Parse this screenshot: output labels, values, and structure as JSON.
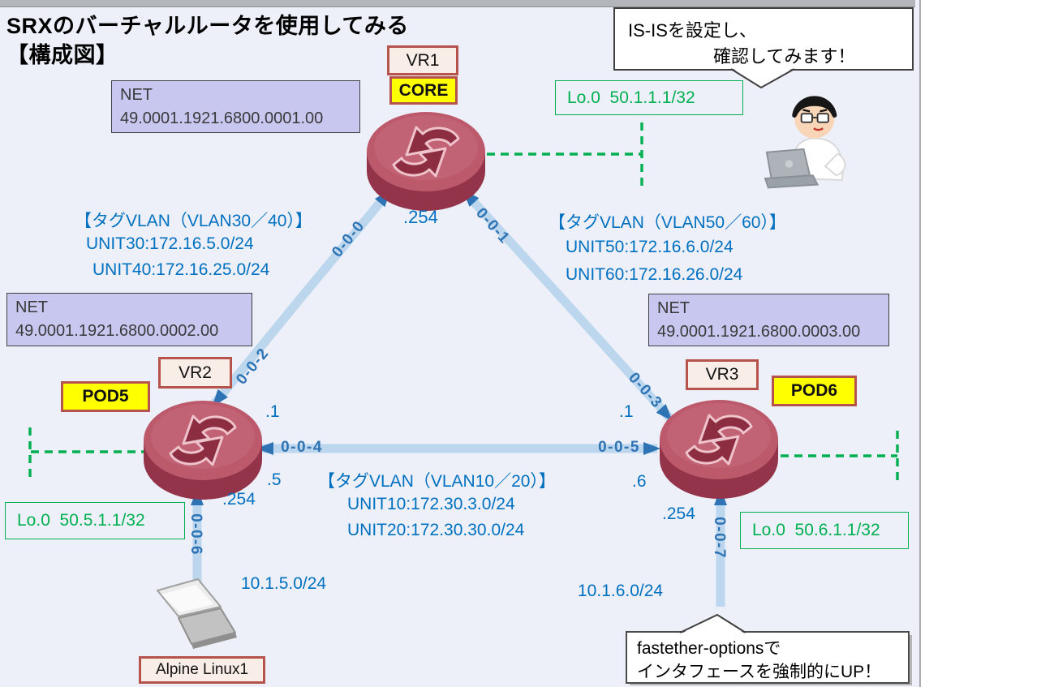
{
  "title": {
    "line1": "SRXのバーチャルルータを使用してみる",
    "line2": "【構成図】"
  },
  "callouts": {
    "isis": {
      "line1": "IS-ISを設定し、",
      "line2": "確認してみます！"
    },
    "fastether": {
      "line1": "fastether-optionsで",
      "line2": "インタフェースを強制的にUP！"
    }
  },
  "vr1": {
    "label": "VR1",
    "tag": "CORE",
    "net_title": "NET",
    "net": "49.0001.1921.6800.0001.00",
    "loopback": "Lo.0  50.1.1.1/32",
    "ip": ".254"
  },
  "vr2": {
    "label": "VR2",
    "tag": "POD5",
    "net_title": "NET",
    "net": "49.0001.1921.6800.0002.00",
    "loopback": "Lo.0  50.5.1.1/32",
    "ip_uplink": ".1",
    "ip_lan": ".5",
    "ip_host": ".254"
  },
  "vr3": {
    "label": "VR3",
    "tag": "POD6",
    "net_title": "NET",
    "net": "49.0001.1921.6800.0003.00",
    "loopback": "Lo.0  50.6.1.1/32",
    "ip_uplink": ".1",
    "ip_lan": ".6",
    "ip_host": ".254"
  },
  "ports": {
    "vr1_vr2": "0-0-0",
    "vr1_vr3": "0-0-1",
    "vr2_vr1": "0-0-2",
    "vr3_vr1": "0-0-3",
    "vr2_vr3": "0-0-4",
    "vr3_vr2": "0-0-5",
    "vr2_host": "0-0-6",
    "vr3_stub": "0-0-7"
  },
  "vlans": {
    "v3040": {
      "title": "【タグVLAN（VLAN30／40）】",
      "unit_a": "UNIT30:172.16.5.0/24",
      "unit_b": "UNIT40:172.16.25.0/24"
    },
    "v5060": {
      "title": "【タグVLAN（VLAN50／60）】",
      "unit_a": "UNIT50:172.16.6.0/24",
      "unit_b": "UNIT60:172.16.26.0/24"
    },
    "v1020": {
      "title": "【タグVLAN（VLAN10／20）】",
      "unit_a": "UNIT10:172.30.3.0/24",
      "unit_b": "UNIT20:172.30.30.0/24"
    }
  },
  "subnets": {
    "host_left": "10.1.5.0/24",
    "stub_right": "10.1.6.0/24"
  },
  "host": {
    "label": "Alpine Linux1"
  },
  "colors": {
    "canvas_bg": "#EDF0F8",
    "link": "#BCD6EE",
    "arrow": "#2E74B5",
    "text_blue": "#0070C0",
    "port_blue": "#2E74B5",
    "green": "#00B050",
    "router_body": "#B04A5E",
    "router_arrow": "#8C2D42",
    "box_border_red": "#B5534C",
    "tag_yellow": "#FFFF00",
    "net_bg": "#C7C7F0"
  }
}
